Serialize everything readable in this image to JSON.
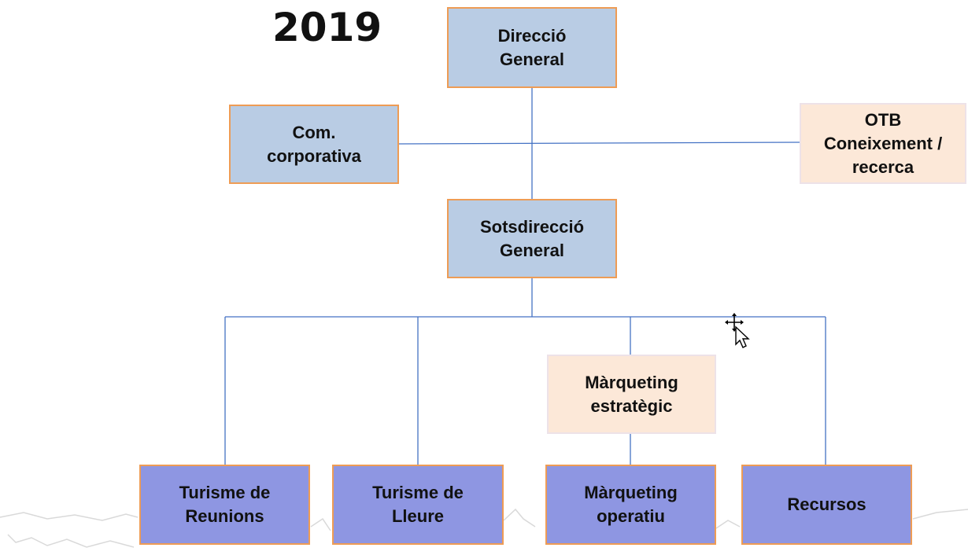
{
  "year": "2019",
  "colors": {
    "line": "#4472c4",
    "box_border": "#ee9c55",
    "blue_box": "#b9cce4",
    "purple_box": "#8e96e2",
    "beige_box": "#fce8d8"
  },
  "boxes": {
    "direccio": "Direcció\nGeneral",
    "com_corporativa": "Com.\ncorporativa",
    "otb": "OTB\nConeixement /\nrecerca",
    "sotsdireccio": "Sotsdirecció\nGeneral",
    "marqueting_estrategic": "Màrqueting\nestratègic",
    "turisme_reunions": "Turisme de\nReunions",
    "turisme_lleure": "Turisme de\nLleure",
    "marqueting_operatiu": "Màrqueting\noperatiu",
    "recursos": "Recursos"
  },
  "cursor_icon": "move-cursor-icon"
}
